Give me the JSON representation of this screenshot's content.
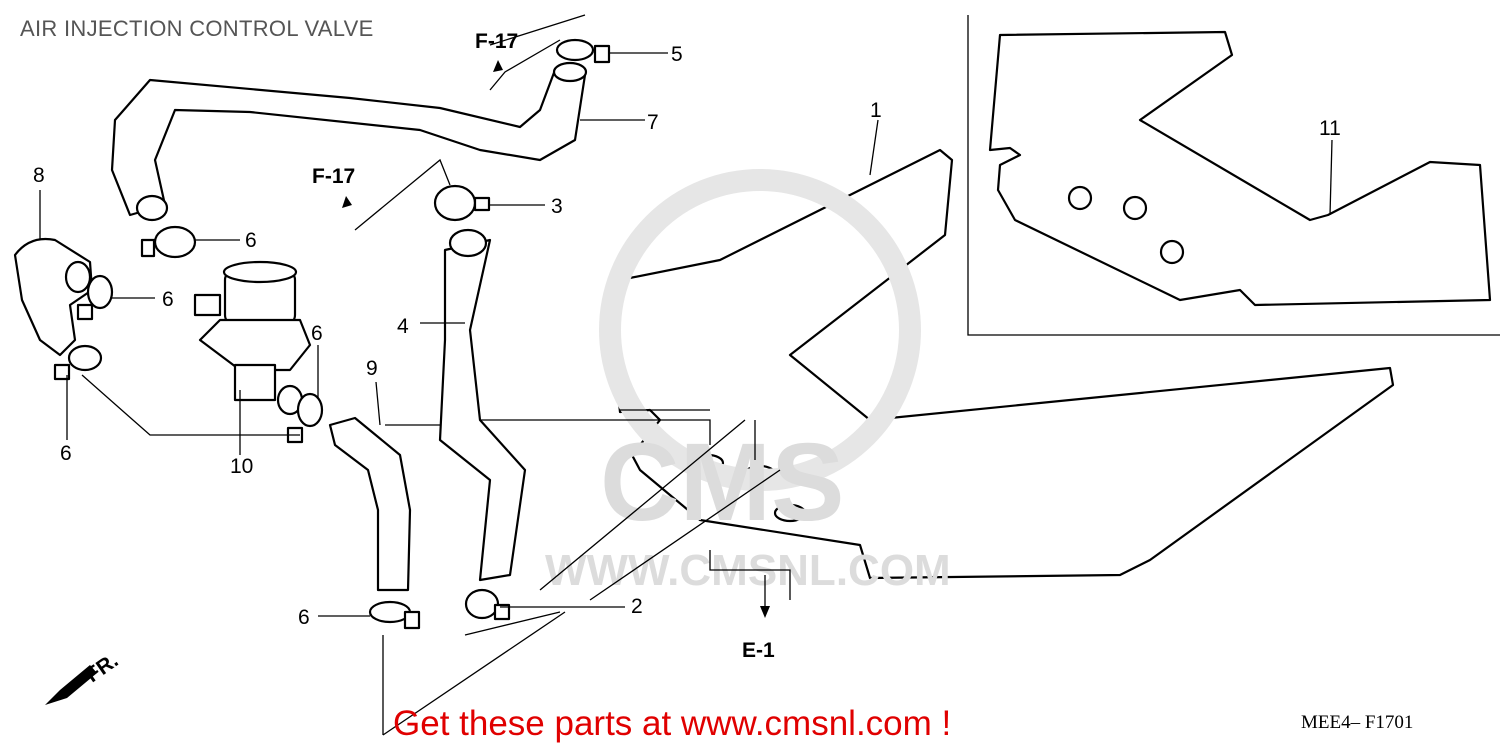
{
  "title": "AIR INJECTION CONTROL VALVE",
  "diagram_code": "MEE4– F1701",
  "promo": "Get these parts at www.cmsnl.com !",
  "watermark": {
    "logo": "CMS",
    "url": "WWW.CMSNL.COM"
  },
  "refs": {
    "f17_top": "F-17",
    "f17_mid": "F-17",
    "e1": "E-1",
    "front": "FR."
  },
  "callouts": {
    "c1": "1",
    "c2": "2",
    "c3": "3",
    "c4": "4",
    "c5": "5",
    "c7": "7",
    "c8": "8",
    "c9": "9",
    "c10": "10",
    "c11": "11",
    "c6a": "6",
    "c6b": "6",
    "c6c": "6",
    "c6d": "6",
    "c6e": "6"
  },
  "colors": {
    "promo": "#e00000",
    "title": "#555555"
  }
}
